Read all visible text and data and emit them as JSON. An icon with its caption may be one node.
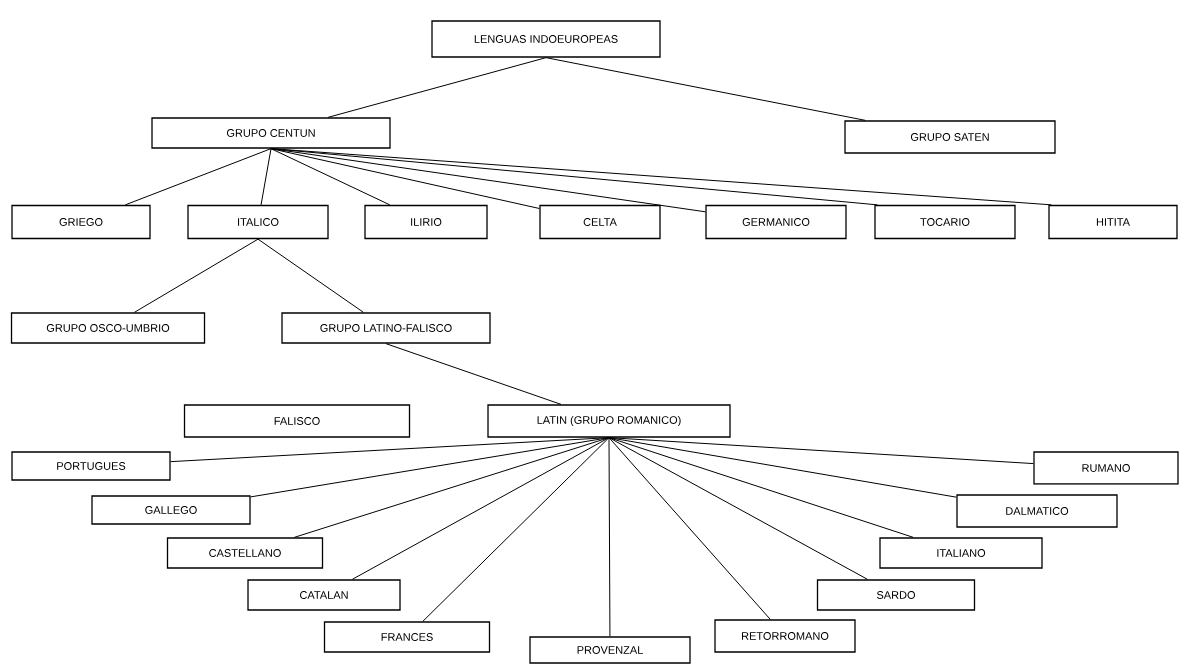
{
  "diagram": {
    "nodes": [
      {
        "text": [
          "LENGUAS INDOEUROPEAS"
        ]
      },
      {
        "text": [
          "GRUPO CENTUN"
        ]
      },
      {
        "text": [
          "GRUPO SATEN"
        ]
      },
      {
        "text": [
          "GRIEGO"
        ]
      },
      {
        "text": [
          "ITALICO"
        ]
      },
      {
        "text": [
          "ILIRIO"
        ]
      },
      {
        "text": [
          "CELTA"
        ]
      },
      {
        "text": [
          "GERMANICO"
        ]
      },
      {
        "text": [
          "TOCARIO"
        ]
      },
      {
        "text": [
          "HITITA"
        ]
      },
      {
        "text": [
          "GRUPO OSCO-UMBRIO"
        ]
      },
      {
        "text": [
          "GRUPO LATINO-FALISCO"
        ]
      },
      {
        "text": [
          "FALISCO"
        ]
      },
      {
        "text": [
          "LATIN (GRUPO ROMANICO)"
        ]
      },
      {
        "text": [
          "PORTUGUES"
        ]
      },
      {
        "text": [
          "GALLEGO"
        ]
      },
      {
        "text": [
          "CASTELLANO"
        ]
      },
      {
        "text": [
          "CATALAN"
        ]
      },
      {
        "text": [
          "FRANCES"
        ]
      },
      {
        "text": [
          "PROVENZAL"
        ]
      },
      {
        "text": [
          "RETORROMANO"
        ]
      },
      {
        "text": [
          "SARDO"
        ]
      },
      {
        "text": [
          "ITALIANO"
        ]
      },
      {
        "text": [
          "DALMATICO"
        ]
      },
      {
        "text": [
          "RUMANO"
        ]
      }
    ],
    "edges": [
      {
        "from": 0,
        "to": 1,
        "arrow": "none"
      },
      {
        "from": 0,
        "to": 2,
        "arrow": "none"
      },
      {
        "from": 1,
        "to": 3,
        "arrow": "none"
      },
      {
        "from": 1,
        "to": 4,
        "arrow": "none"
      },
      {
        "from": 1,
        "to": 5,
        "arrow": "none"
      },
      {
        "from": 1,
        "to": 6,
        "arrow": "none"
      },
      {
        "from": 1,
        "to": 7,
        "arrow": "none"
      },
      {
        "from": 1,
        "to": 8,
        "arrow": "none"
      },
      {
        "from": 1,
        "to": 9,
        "arrow": "none"
      },
      {
        "from": 4,
        "to": 10,
        "arrow": "none"
      },
      {
        "from": 4,
        "to": 11,
        "arrow": "none"
      },
      {
        "from": 11,
        "to": 13,
        "arrow": "none"
      },
      {
        "from": 13,
        "to": 14,
        "arrow": "none"
      },
      {
        "from": 13,
        "to": 15,
        "arrow": "none"
      },
      {
        "from": 13,
        "to": 16,
        "arrow": "none"
      },
      {
        "from": 13,
        "to": 17,
        "arrow": "none"
      },
      {
        "from": 13,
        "to": 18,
        "arrow": "none"
      },
      {
        "from": 13,
        "to": 19,
        "arrow": "none"
      },
      {
        "from": 13,
        "to": 20,
        "arrow": "none"
      },
      {
        "from": 13,
        "to": 21,
        "arrow": "none"
      },
      {
        "from": 13,
        "to": 22,
        "arrow": "none"
      },
      {
        "from": 13,
        "to": 23,
        "arrow": "none"
      },
      {
        "from": 13,
        "to": 24,
        "arrow": "none"
      }
    ]
  }
}
